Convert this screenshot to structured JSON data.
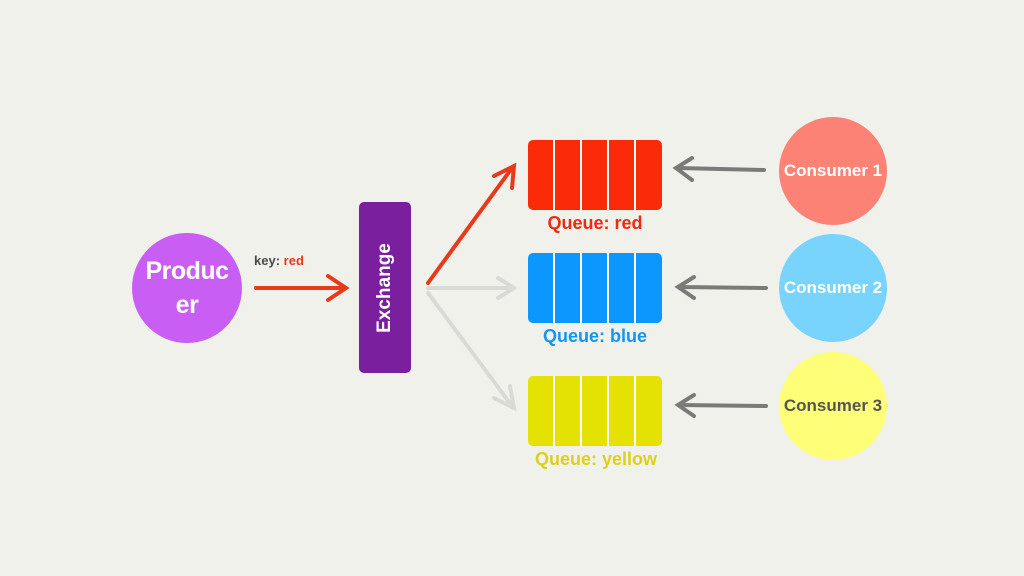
{
  "producer": {
    "label": "Producer"
  },
  "routing_key": {
    "prefix": "key:",
    "value": "red"
  },
  "exchange": {
    "label": "Exchange"
  },
  "queues": [
    {
      "label": "Queue: red",
      "color": "#fb2a08"
    },
    {
      "label": "Queue: blue",
      "color": "#0b97ff"
    },
    {
      "label": "Queue: yellow",
      "color": "#e4e202"
    }
  ],
  "consumers": [
    {
      "label": "Consumer 1",
      "color": "#fd8276"
    },
    {
      "label": "Consumer 2",
      "color": "#79d4fd"
    },
    {
      "label": "Consumer 3",
      "color": "#fefe79"
    }
  ],
  "colors": {
    "background": "#f1f1ec",
    "producer": "#c95ef5",
    "exchange": "#7a1f9e",
    "active_arrow": "#e8391a",
    "inactive_arrow": "#d9d9d6",
    "consumer_arrow": "#7a7a78"
  }
}
